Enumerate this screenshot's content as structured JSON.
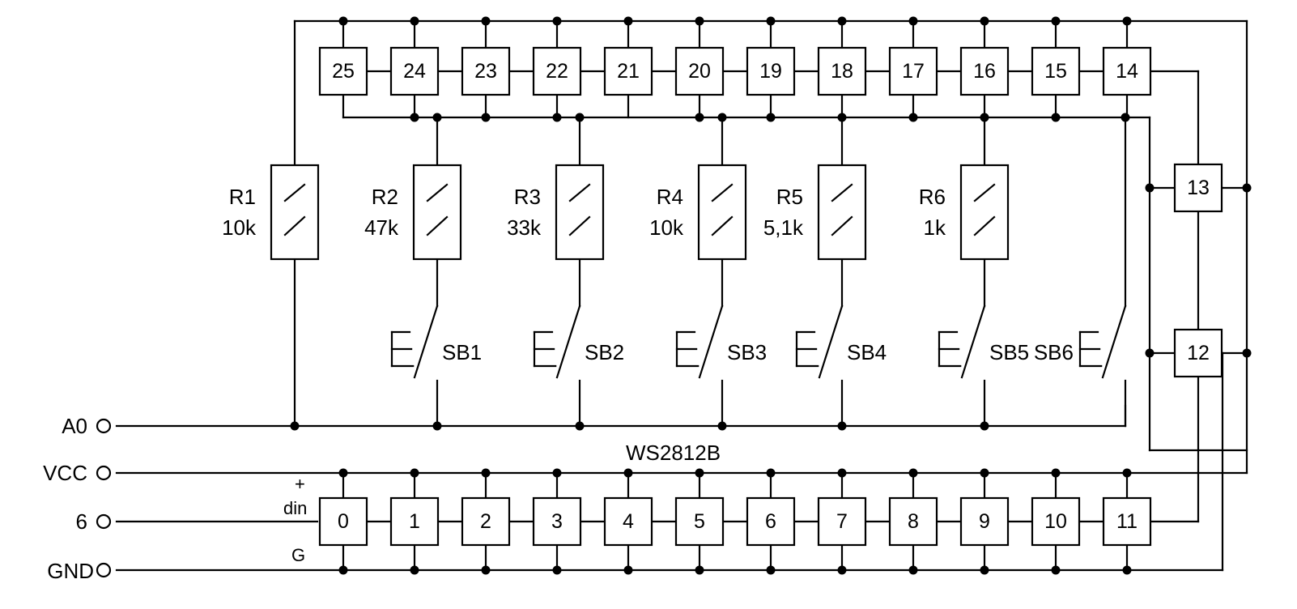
{
  "terminals": [
    {
      "id": "a0",
      "label": "A0"
    },
    {
      "id": "vcc",
      "label": "VCC"
    },
    {
      "id": "pin6",
      "label": "6"
    },
    {
      "id": "gnd",
      "label": "GND"
    }
  ],
  "strip_label": "WS2812B",
  "pin_labels": {
    "plus": "+",
    "din": "din",
    "ground": "G"
  },
  "leds_top": [
    "25",
    "24",
    "23",
    "22",
    "21",
    "20",
    "19",
    "18",
    "17",
    "16",
    "15",
    "14"
  ],
  "leds_right": [
    "13",
    "12"
  ],
  "leds_bottom": [
    "0",
    "1",
    "2",
    "3",
    "4",
    "5",
    "6",
    "7",
    "8",
    "9",
    "10",
    "11"
  ],
  "resistors": [
    {
      "name": "R1",
      "value": "10k"
    },
    {
      "name": "R2",
      "value": "47k"
    },
    {
      "name": "R3",
      "value": "33k"
    },
    {
      "name": "R4",
      "value": "10k"
    },
    {
      "name": "R5",
      "value": "5,1k"
    },
    {
      "name": "R6",
      "value": "1k"
    }
  ],
  "buttons": [
    "SB1",
    "SB2",
    "SB3",
    "SB4",
    "SB5",
    "SB6"
  ]
}
